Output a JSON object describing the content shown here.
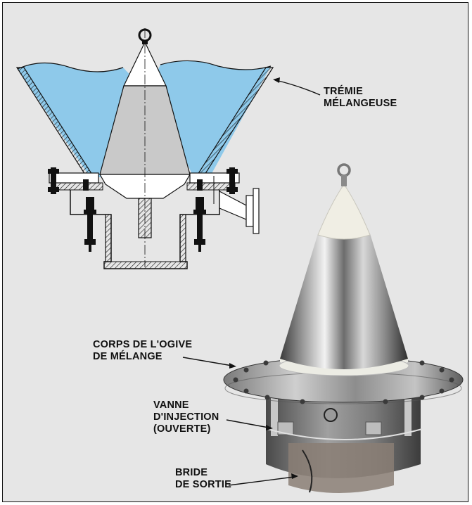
{
  "labels": {
    "hopper": [
      "TRÉMIE",
      "MÉLANGEUSE"
    ],
    "nose_body": [
      "CORPS DE L'OGIVE",
      "DE MÉLANGE"
    ],
    "injection_valve": [
      "VANNE",
      "D'INJECTION",
      "(OUVERTE)"
    ],
    "outlet_flange": [
      "BRIDE",
      "DE SORTIE"
    ]
  },
  "colors": {
    "background": "#e6e6e6",
    "liquid": "#8ec9ea",
    "cone_gray": "#c9c9c9",
    "line": "#111111"
  }
}
